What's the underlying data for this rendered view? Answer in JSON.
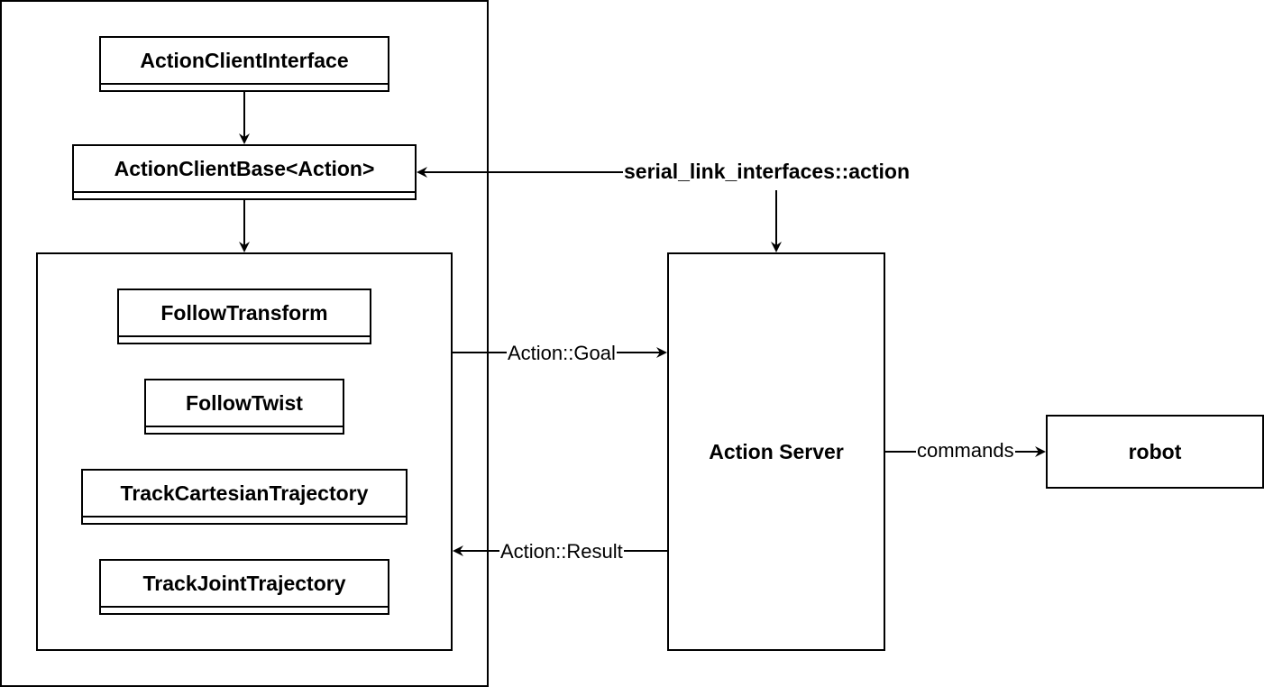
{
  "classes": {
    "action_client_interface": "ActionClientInterface",
    "action_client_base": "ActionClientBase<Action>",
    "follow_transform": "FollowTransform",
    "follow_twist": "FollowTwist",
    "track_cartesian_trajectory": "TrackCartesianTrajectory",
    "track_joint_trajectory": "TrackJointTrajectory"
  },
  "interfaces_label": "serial_link_interfaces::action",
  "action_server": "Action Server",
  "robot": "robot",
  "edges": {
    "goal": "Action::Goal",
    "result": "Action::Result",
    "commands": "commands"
  }
}
